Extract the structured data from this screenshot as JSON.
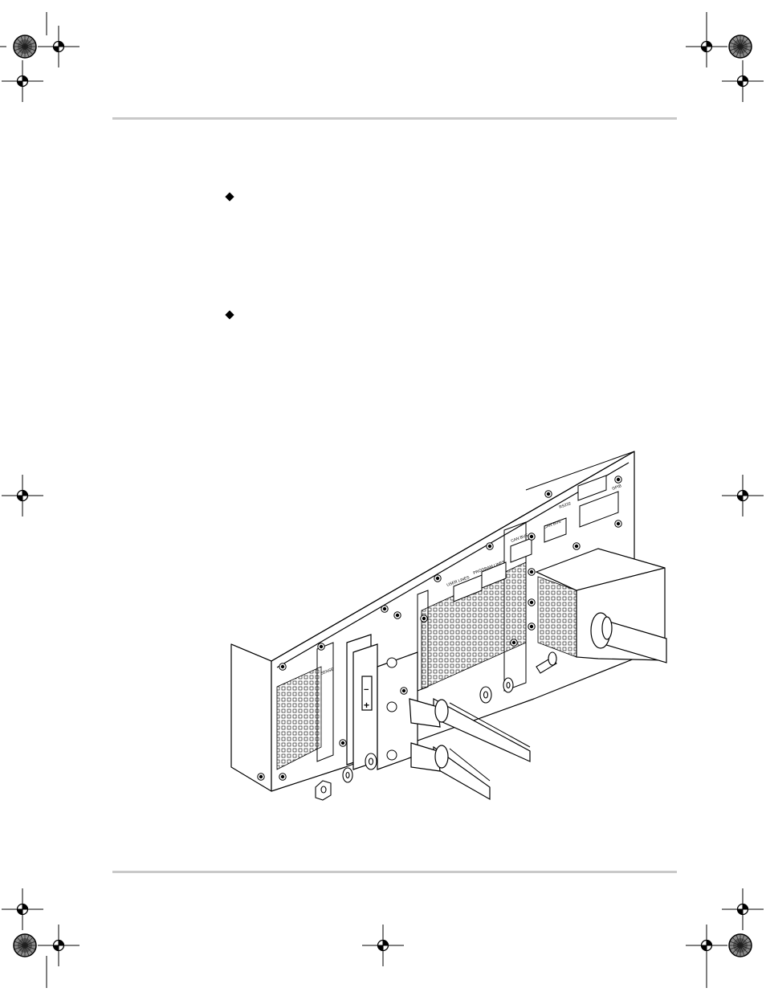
{
  "figure": {
    "terminal_minus": "−",
    "terminal_plus": "+",
    "panel_labels": {
      "user_lines": "USER LINES",
      "program_lines": "PROGRAM LINES",
      "can_bus_1": "CAN BUS",
      "can_bus_2": "CAN BUS",
      "rs232": "RS232",
      "gpib": "GPIB",
      "sense": "SENSE"
    }
  },
  "icons": [
    "registration-mark-icon",
    "color-target-icon",
    "diamond-bullet-icon"
  ]
}
